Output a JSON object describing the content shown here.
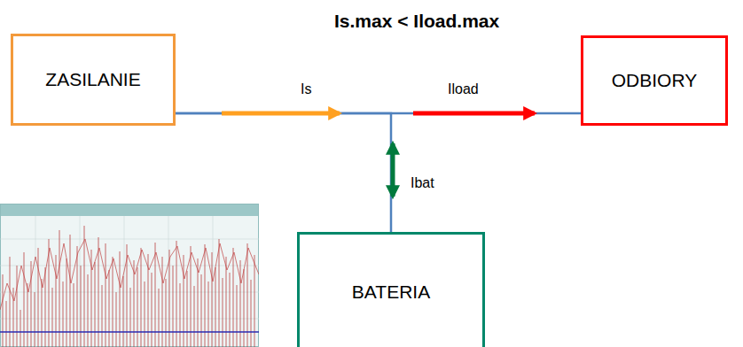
{
  "diagram": {
    "title": "Is.max < Iload.max",
    "nodes": [
      {
        "text": [
          "ZASILANIE"
        ]
      },
      {
        "text": [
          "ODBIORY"
        ]
      },
      {
        "text": [
          "BATERIA"
        ]
      }
    ],
    "edges": [
      {
        "from": 0,
        "to": 1,
        "arrow": "none"
      },
      {
        "from": 0,
        "to": 2,
        "arrow": "none"
      }
    ],
    "labels": [
      "Is",
      "Iload",
      "Ibat"
    ]
  }
}
